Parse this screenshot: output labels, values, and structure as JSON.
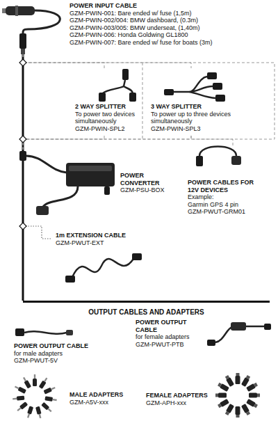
{
  "diagram": {
    "nodes": [
      {
        "text": [
          "POWER INPUT CABLE",
          "GZM-PWIN-001: Bare ended w/ fuse (1,5m)",
          "GZM-PWIN-002/004: BMW dashboard, (0.3m)",
          "GZM-PWIN-003/005: BMW underseat, (1,40m)",
          "GZM-PWIN-006: Honda Goldwing GL1800",
          "GZM-PWIN-007: Bare ended w/ fuse for boats (3m)"
        ]
      },
      {
        "text": [
          "2 WAY SPLITTER",
          "To power two devices simultaneously",
          "GZM-PWIN-SPL2"
        ]
      },
      {
        "text": [
          "3 WAY SPLITTER",
          "To power up to three devices simultaneously",
          "GZM-PWIN-SPL3"
        ]
      },
      {
        "text": [
          "POWER CONVERTER",
          "GZM-PSU-BOX"
        ]
      },
      {
        "text": [
          "POWER CABLES FOR 12V DEVICES",
          "Example:",
          "Garmin GPS 4 pin",
          "GZM-PWUT-GRM01"
        ]
      },
      {
        "text": [
          "1m EXTENSION CABLE",
          "GZM-PWUT-EXT"
        ]
      },
      {
        "text": [
          "OUTPUT CABLES AND ADAPTERS"
        ]
      },
      {
        "text": [
          "POWER OUTPUT CABLE",
          "for male adapters",
          "GZM-PWUT-5V"
        ]
      },
      {
        "text": [
          "POWER OUTPUT CABLE",
          "for female adapters",
          "GZM-PWUT-PTB"
        ]
      },
      {
        "text": [
          "MALE ADAPTERS",
          "GZM-A5V-xxx"
        ]
      },
      {
        "text": [
          "FEMALE ADAPTERS",
          "GZM-APH-xxx"
        ]
      }
    ],
    "edges": [
      {
        "from": 0,
        "to": 3,
        "arrow": "none"
      },
      {
        "from": 0,
        "to": 1,
        "arrow": "none"
      },
      {
        "from": 0,
        "to": 2,
        "arrow": "none"
      },
      {
        "from": 1,
        "to": 3,
        "arrow": "none"
      },
      {
        "from": 2,
        "to": 3,
        "arrow": "none"
      },
      {
        "from": 2,
        "to": 4,
        "arrow": "none"
      },
      {
        "from": 3,
        "to": 5,
        "arrow": "none"
      },
      {
        "from": 3,
        "to": 6,
        "arrow": "none"
      }
    ]
  }
}
